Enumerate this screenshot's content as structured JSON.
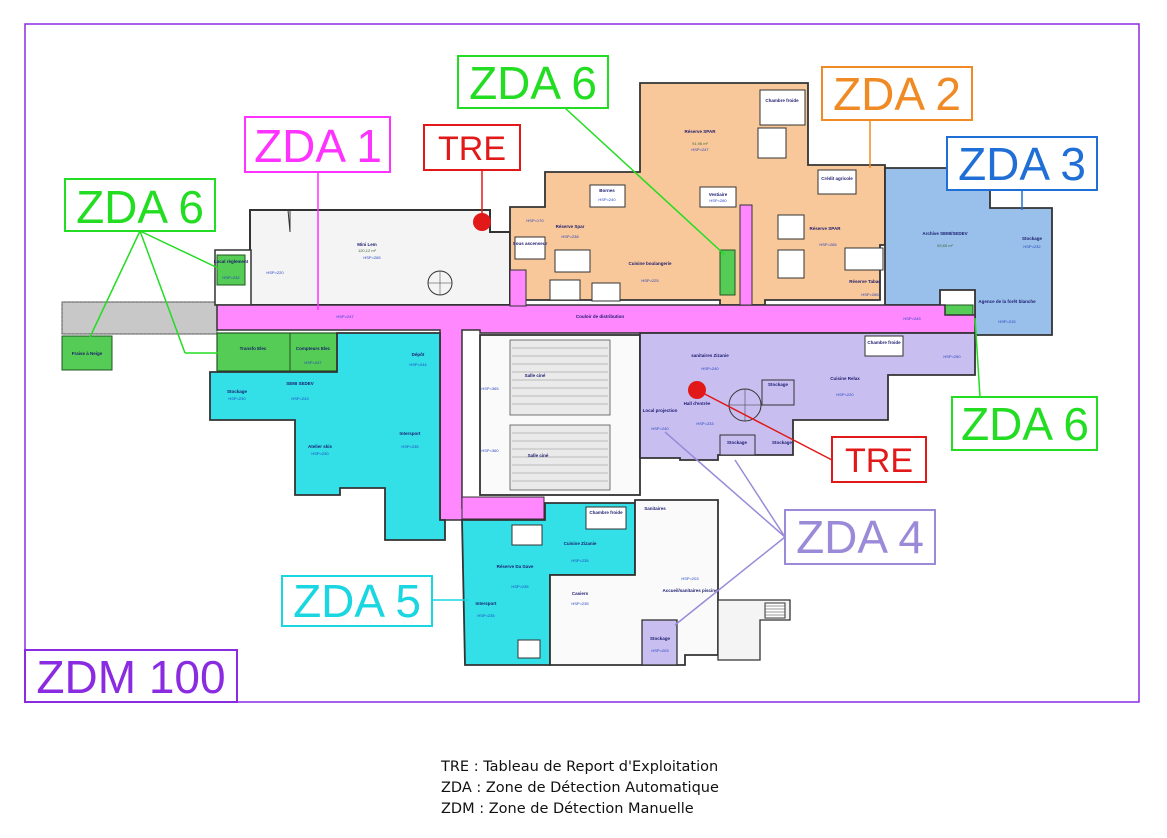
{
  "zones": {
    "zda1": "ZDA 1",
    "zda2": "ZDA 2",
    "zda3": "ZDA 3",
    "zda4": "ZDA 4",
    "zda5": "ZDA 5",
    "zda6_left": "ZDA 6",
    "zda6_top": "ZDA 6",
    "zda6_right": "ZDA 6",
    "tre_top": "TRE",
    "tre_bottom": "TRE",
    "zdm": "ZDM 100"
  },
  "colors": {
    "zda1": "#ff33ff",
    "zda2": "#f08a24",
    "zda3": "#1f6fd6",
    "zda4": "#9a8ad8",
    "zda5": "#19d6e0",
    "zda6": "#22dd22",
    "tre": "#e11919",
    "zdm": "#8a2be2"
  },
  "rooms": {
    "mini_lem": "Mini Lem",
    "corridor": "Couloir de distribution",
    "reserve_spar": "Réserve SPAR",
    "cuisine_boulangerie": "Cuisine boulangerie",
    "chambre_froide": "Chambre froide",
    "vestiaire": "Vestiaire",
    "bornes": "Bornes",
    "archive": "Archive SEMI/SEDEV",
    "stockage": "Stockage",
    "agence": "Agence de la forêt blanche",
    "transfo": "Transfo Elec",
    "compteurs": "Compteurs Elec",
    "atelier": "Atelier skis",
    "intersport": "Intersport",
    "local_projection": "Local projection",
    "hall": "Hall d'entrée",
    "cuisine_relax": "Cuisine Relax",
    "sanitaires": "Sanitaires",
    "casiers": "Casiers",
    "cuisine_zizanie": "Cuisine Zizanie",
    "reserve_relax": "Réserve Tabac",
    "fraise": "Fraise à Neige",
    "local_reglement": "Local règlement",
    "sous_ascenseur": "Sous ascenseur",
    "salle_cine": "Salle ciné",
    "accueil_piscine": "Accueil/sanitaires piscine",
    "credit": "Crédit agricole",
    "reserve_gave": "Réserve Da Gave"
  },
  "legend": [
    "TRE : Tableau de Report d'Exploitation",
    "ZDA : Zone de Détection Automatique",
    "ZDM : Zone de Détection Manuelle"
  ]
}
